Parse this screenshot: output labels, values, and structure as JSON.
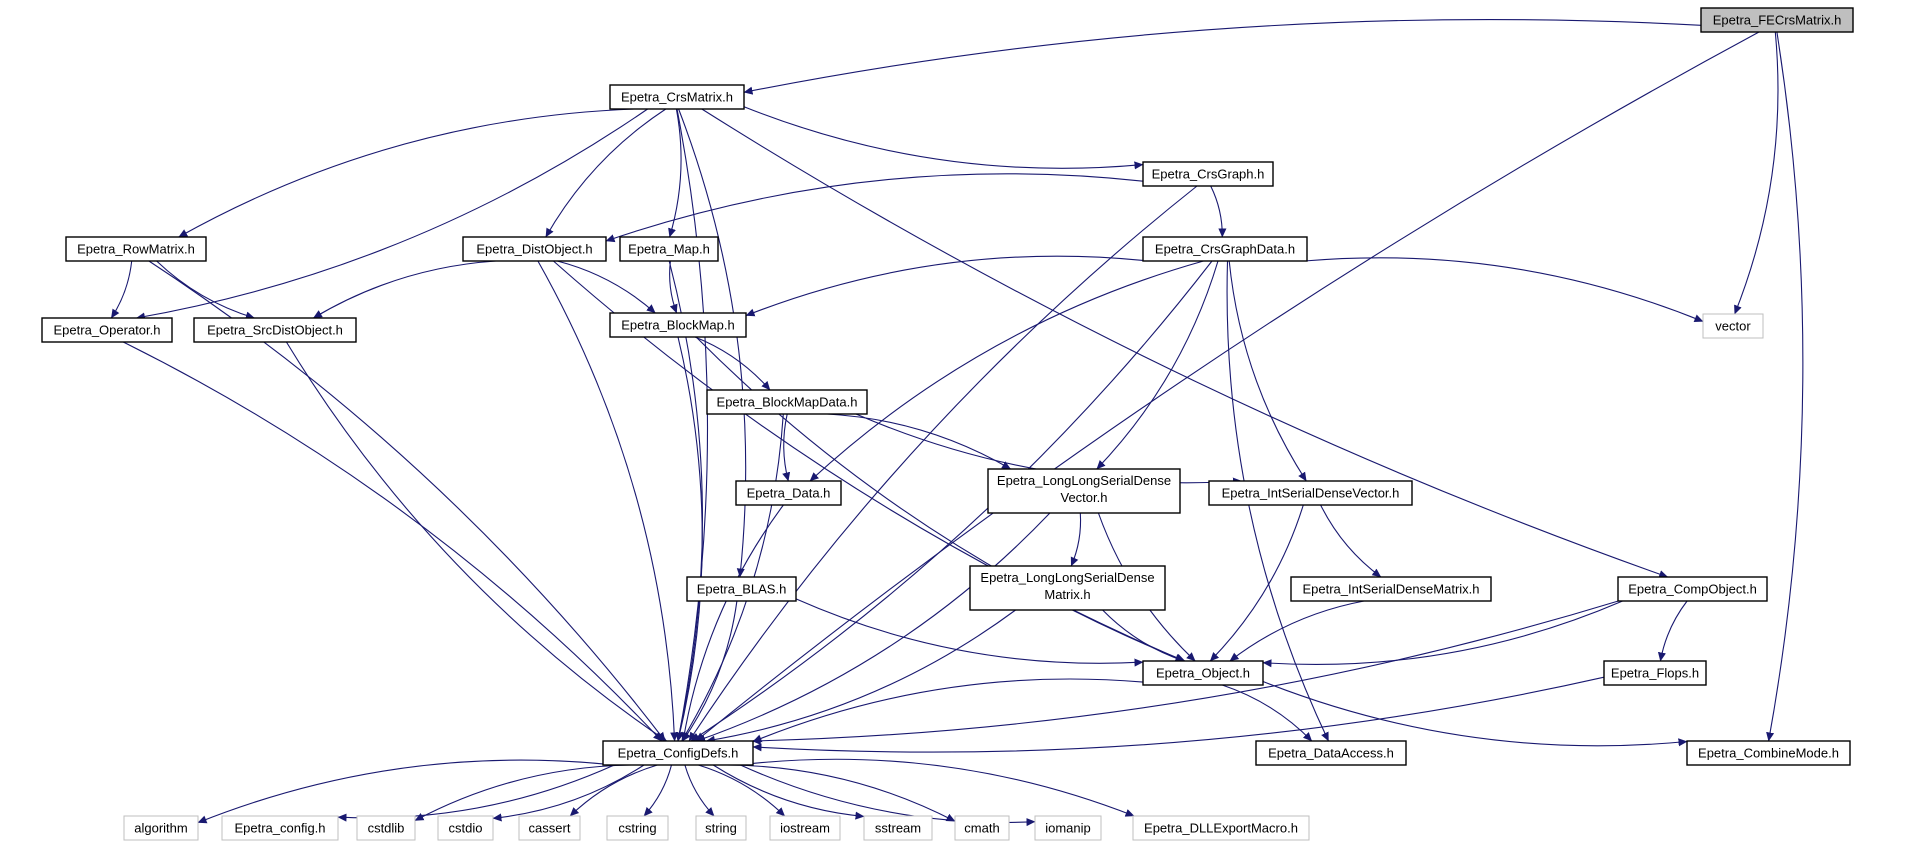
{
  "graph": {
    "nodes": [
      {
        "id": "fecrs",
        "label": "Epetra_FECrsMatrix.h",
        "style": "root"
      },
      {
        "id": "crsmatrix",
        "label": "Epetra_CrsMatrix.h",
        "style": "normal"
      },
      {
        "id": "crsgraph",
        "label": "Epetra_CrsGraph.h",
        "style": "normal"
      },
      {
        "id": "rowmatrix",
        "label": "Epetra_RowMatrix.h",
        "style": "normal"
      },
      {
        "id": "distobject",
        "label": "Epetra_DistObject.h",
        "style": "normal"
      },
      {
        "id": "map",
        "label": "Epetra_Map.h",
        "style": "normal"
      },
      {
        "id": "crsgraphdata",
        "label": "Epetra_CrsGraphData.h",
        "style": "normal"
      },
      {
        "id": "operator",
        "label": "Epetra_Operator.h",
        "style": "normal"
      },
      {
        "id": "srcdist",
        "label": "Epetra_SrcDistObject.h",
        "style": "normal"
      },
      {
        "id": "blockmap",
        "label": "Epetra_BlockMap.h",
        "style": "normal"
      },
      {
        "id": "vector",
        "label": "vector",
        "style": "external"
      },
      {
        "id": "blockmapdata",
        "label": "Epetra_BlockMapData.h",
        "style": "normal"
      },
      {
        "id": "data",
        "label": "Epetra_Data.h",
        "style": "normal"
      },
      {
        "id": "llsdv",
        "label": [
          "Epetra_LongLongSerialDense",
          "Vector.h"
        ],
        "style": "normal"
      },
      {
        "id": "isdv",
        "label": "Epetra_IntSerialDenseVector.h",
        "style": "normal"
      },
      {
        "id": "blas",
        "label": "Epetra_BLAS.h",
        "style": "normal"
      },
      {
        "id": "llsdm",
        "label": [
          "Epetra_LongLongSerialDense",
          "Matrix.h"
        ],
        "style": "normal"
      },
      {
        "id": "isdm",
        "label": "Epetra_IntSerialDenseMatrix.h",
        "style": "normal"
      },
      {
        "id": "compobject",
        "label": "Epetra_CompObject.h",
        "style": "normal"
      },
      {
        "id": "object",
        "label": "Epetra_Object.h",
        "style": "normal"
      },
      {
        "id": "flops",
        "label": "Epetra_Flops.h",
        "style": "normal"
      },
      {
        "id": "configdefs",
        "label": "Epetra_ConfigDefs.h",
        "style": "normal"
      },
      {
        "id": "dataaccess",
        "label": "Epetra_DataAccess.h",
        "style": "normal"
      },
      {
        "id": "combinemode",
        "label": "Epetra_CombineMode.h",
        "style": "normal"
      },
      {
        "id": "algorithm",
        "label": "algorithm",
        "style": "external"
      },
      {
        "id": "epconfig",
        "label": "Epetra_config.h",
        "style": "external"
      },
      {
        "id": "cstdlib",
        "label": "cstdlib",
        "style": "external"
      },
      {
        "id": "cstdio",
        "label": "cstdio",
        "style": "external"
      },
      {
        "id": "cassert",
        "label": "cassert",
        "style": "external"
      },
      {
        "id": "cstring",
        "label": "cstring",
        "style": "external"
      },
      {
        "id": "string",
        "label": "string",
        "style": "external"
      },
      {
        "id": "iostream",
        "label": "iostream",
        "style": "external"
      },
      {
        "id": "sstream",
        "label": "sstream",
        "style": "external"
      },
      {
        "id": "cmath",
        "label": "cmath",
        "style": "external"
      },
      {
        "id": "iomanip",
        "label": "iomanip",
        "style": "external"
      },
      {
        "id": "dllexport",
        "label": "Epetra_DLLExportMacro.h",
        "style": "external"
      }
    ],
    "edges": [
      {
        "from": "fecrs",
        "to": "crsmatrix"
      },
      {
        "from": "fecrs",
        "to": "vector"
      },
      {
        "from": "fecrs",
        "to": "configdefs"
      },
      {
        "from": "fecrs",
        "to": "combinemode"
      },
      {
        "from": "crsmatrix",
        "to": "rowmatrix"
      },
      {
        "from": "crsmatrix",
        "to": "operator"
      },
      {
        "from": "crsmatrix",
        "to": "distobject"
      },
      {
        "from": "crsmatrix",
        "to": "map"
      },
      {
        "from": "crsmatrix",
        "to": "crsgraph"
      },
      {
        "from": "crsmatrix",
        "to": "blas"
      },
      {
        "from": "crsmatrix",
        "to": "compobject"
      },
      {
        "from": "crsmatrix",
        "to": "configdefs"
      },
      {
        "from": "crsgraph",
        "to": "distobject"
      },
      {
        "from": "crsgraph",
        "to": "crsgraphdata"
      },
      {
        "from": "crsgraph",
        "to": "configdefs"
      },
      {
        "from": "rowmatrix",
        "to": "operator"
      },
      {
        "from": "rowmatrix",
        "to": "srcdist"
      },
      {
        "from": "rowmatrix",
        "to": "configdefs"
      },
      {
        "from": "distobject",
        "to": "srcdist"
      },
      {
        "from": "distobject",
        "to": "blockmap"
      },
      {
        "from": "distobject",
        "to": "object"
      },
      {
        "from": "distobject",
        "to": "configdefs"
      },
      {
        "from": "map",
        "to": "blockmap"
      },
      {
        "from": "map",
        "to": "configdefs"
      },
      {
        "from": "crsgraphdata",
        "to": "blockmap"
      },
      {
        "from": "crsgraphdata",
        "to": "vector"
      },
      {
        "from": "crsgraphdata",
        "to": "data"
      },
      {
        "from": "crsgraphdata",
        "to": "llsdv"
      },
      {
        "from": "crsgraphdata",
        "to": "isdv"
      },
      {
        "from": "crsgraphdata",
        "to": "configdefs"
      },
      {
        "from": "crsgraphdata",
        "to": "dataaccess"
      },
      {
        "from": "operator",
        "to": "configdefs"
      },
      {
        "from": "srcdist",
        "to": "configdefs"
      },
      {
        "from": "blockmap",
        "to": "blockmapdata"
      },
      {
        "from": "blockmap",
        "to": "object"
      },
      {
        "from": "blockmap",
        "to": "configdefs"
      },
      {
        "from": "blockmapdata",
        "to": "data"
      },
      {
        "from": "blockmapdata",
        "to": "llsdv"
      },
      {
        "from": "blockmapdata",
        "to": "isdv"
      },
      {
        "from": "blockmapdata",
        "to": "configdefs"
      },
      {
        "from": "data",
        "to": "configdefs"
      },
      {
        "from": "llsdv",
        "to": "llsdm"
      },
      {
        "from": "llsdv",
        "to": "object"
      },
      {
        "from": "llsdv",
        "to": "configdefs"
      },
      {
        "from": "isdv",
        "to": "isdm"
      },
      {
        "from": "isdv",
        "to": "object"
      },
      {
        "from": "blas",
        "to": "object"
      },
      {
        "from": "blas",
        "to": "configdefs"
      },
      {
        "from": "llsdm",
        "to": "object"
      },
      {
        "from": "llsdm",
        "to": "configdefs"
      },
      {
        "from": "isdm",
        "to": "object"
      },
      {
        "from": "compobject",
        "to": "object"
      },
      {
        "from": "compobject",
        "to": "flops"
      },
      {
        "from": "compobject",
        "to": "configdefs"
      },
      {
        "from": "object",
        "to": "configdefs"
      },
      {
        "from": "object",
        "to": "dataaccess"
      },
      {
        "from": "object",
        "to": "combinemode"
      },
      {
        "from": "flops",
        "to": "configdefs"
      },
      {
        "from": "configdefs",
        "to": "algorithm"
      },
      {
        "from": "configdefs",
        "to": "epconfig"
      },
      {
        "from": "configdefs",
        "to": "cstdlib"
      },
      {
        "from": "configdefs",
        "to": "cstdio"
      },
      {
        "from": "configdefs",
        "to": "cassert"
      },
      {
        "from": "configdefs",
        "to": "cstring"
      },
      {
        "from": "configdefs",
        "to": "string"
      },
      {
        "from": "configdefs",
        "to": "iostream"
      },
      {
        "from": "configdefs",
        "to": "sstream"
      },
      {
        "from": "configdefs",
        "to": "cmath"
      },
      {
        "from": "configdefs",
        "to": "iomanip"
      },
      {
        "from": "configdefs",
        "to": "dllexport"
      }
    ],
    "colors": {
      "edge": "#191970",
      "root_fill": "#bfbfbf",
      "normal_border": "#000000",
      "external_border": "#bfbfbf",
      "background": "#ffffff"
    }
  }
}
